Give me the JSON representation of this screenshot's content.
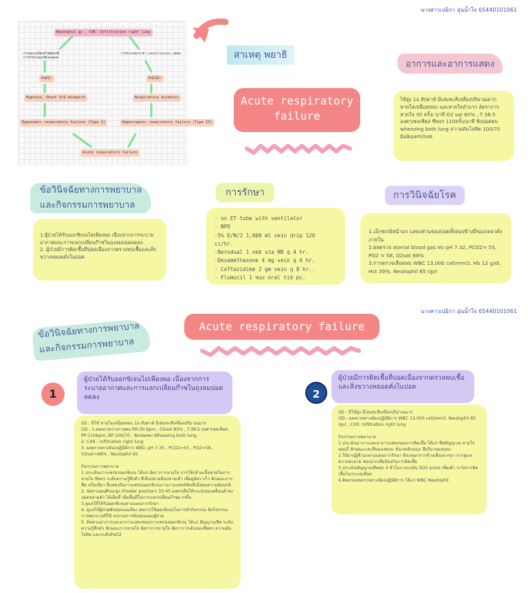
{
  "author_name": "นางสาวเปมิกา อุ่นน้ำใจ 65440101061",
  "diagram": {
    "top": "Neutophil สูง , CXR: Infiltration right lung",
    "left1": "การแลกเปลี่ยนก๊าซผิดปกติ\nการกำซาบออกซิเจนลดลง",
    "right1": "การระบายอากาศ (ventilation) ลดลง",
    "pao2": "PaO2",
    "paco2": "PaCO2",
    "left3": "Hypoxia, Shunt V/Q mismatch",
    "right3": "Respiratory acidosis",
    "left4": "Hypoxemic respiratory failure (Type I)",
    "right4": "Hypercapnic respiratory failure (Type II)",
    "bottom": "Acute respiratory failure"
  },
  "cause_heading": "สาเหตุ พยาธิ",
  "title_main": "Acute respiratory\nfailure",
  "signs_heading": "อาการและอาการแสดง",
  "signs_text": "ไข้สูง 1อ สัปดาห์ มีเสมหะสีเหลืองปริมาณมาก หายใจเหนื่อยหอบ และหายใจลำบาก อัตราการหายใจ 30 ครั้ง/ นาที O2 sat 80% , T 38.5 องศาเซลเซียส ชีพจร 110ครั้ง/นาที ฟังปอดพบ wheezing both lung ความดันโลหิต 100/70 มิลลิเมตรปรอท",
  "nursing_dx_heading": "ข้อวินิจฉัยทางการพยาบาล\nและกิจกรรมการพยาบาล",
  "nursing_dx_text": "1.ผู้ป่วยได้รับออกซิเจนไม่เพียงพอ เนื่องจากการระบายอากาศและการแลกเปลี่ยนก๊าซในถุงลมปอดลดลง\n2. ผู้ป่วยมีการติดเชื้อที่ปอดเนื่องจากตรวจพบเชื้อและสิ่งขวางหลอดคั่งในปอด",
  "treatment_heading": "การรักษา",
  "treatment_items": [
    "- on ET-tube with ventilator",
    "- NPO",
    "-5% D/N/2 1,000 ml vein drip 120 cc/hr.",
    "-Berodual 1 neb via NB q 4 hr.",
    "-Dexamethasone 4 mg vein q 6 hr.",
    "- Ceftazidime 2 gm vein q 8 hr..",
    "- Flumucil 1 ซอง oral tid pc."
  ],
  "diagnosis_heading": "การวินิจฉัยโรค",
  "diagnosis_text": "1.เอ็กซเรย์หน้าอก แสดงส่วนของปอดทั้งสองข้างมีของเหลวคั่งภายใน\n2.ผลตรวจ Aterial blood gas พบ pH 7.32, PCO2= 55, PO2 = 58, O2sat 88%\n3.การตรวจเลือดพบ WBC 13,000 cell/mm3, Hb 12 g/dl, Hct 39%, Neutophil 85 (สูง)",
  "author_name_2": "นางสาวเปมิกา อุ่นน้ำใจ 65440101061",
  "title_main_2": "Acute respiratory failure",
  "nursing_dx_heading_2": "ข้อวินิจฉัยทางการพยาบาล\nและกิจกรรมการพยาบาล",
  "card1": {
    "number": "1",
    "heading": "ผู้ป่วยได้รับออกซิเจนไม่เพียงพอ เนื่องจากการระบายอากาศและการแลกเปลี่ยนก๊าซในถุงลมปอดลดลง",
    "body": "SD : มีไข้ หายใจเหนื่อยหอบ 1อ สัปดาห์ มีเสมหะสีเหลืองปริมาณมาก\nOD : 1.ผลตรวจร่างกายพบ RR:30 bpm , O2sat 80% , T:38.5 องศาเซลเซียส, PP:110bpm, BP:100/70 , ฟังปอดพบ Wheezing both lung\n2. CXR : Infiltration right lung\n3. ผลตรวจทางห้องปฏิบัติการ ABG: pH 7.35 , PCO2=55 , PO2=58 , O2sat=88% , Neutophil 85\n\nกิจกรรมการพยาบาล\n1.ประเมินภาวะพร่องออกซิเจน ได้แก่ อัตราการหายใจ การใช้กล้ามเนื้อช่วยในการหายใจ ชีพจร ระดับความรู้สึกตัว สีเล็บปลายมือปลายเท้า เพื่อดูอัตราเร็ว ลักษณะการซีด หรือเขียว ที่แสดงถึงภาวะพร่องออกซิเจนรายงานแพทย์ทันทีเมื่อพบความผิดปกติ\n2. จัดท่านอนศีรษะสูง (Fowler position) 30-45 องศาเพื่อให้กระบังลมเคลื่อนต่ำลง ปอดขยายตัว ได้เต็มที่ เพิ่มพื้นที่ในการแลกเปลี่ยนก๊าซมากขึ้น\n3.ดูแลให้ได้รับออกซิเจนตามแผนการรักษา\n4. ดูแลให้ผู้ป่วยพักผ่อนบนเตียง ลดการใช้ออกซิเจนในการทำกิจกรรม จัดกิจกรรมการพยาบาลที่ใช้ รบกวนการพักผ่อนของผู้ป่วย\n5. ติดตามอาการและอาการแสดงของภาวะพร่องออกซิเจน ได้แก่ สัญญาณชีพ ระดับ ความรู้สึกตัว ลักษณะการหายใจ อัตราการหายใจ อัตราการเต้นของชีพจร ความดันโลหิต และระดับPaO2"
  },
  "card2": {
    "number": "2",
    "heading": "ผู้ป่วยมีการติดเชื้อที่ปอดเนื่องจากตรวจพบเชื้อและสิ่งขวางหลอดคั่งในปอด",
    "body": "SD : มีไข้สูง มีเสมหะสีเหลืองปริมาณมาก\nOD : ผลตรวจทางห้องปฏิบัติการ WBC 13,000 cell/mm3, Neutophil 85 (สูง) , CXR: Infiltration right lung\n\nกิจกรรมการพยาบาล\n1.ประเมินอาการและอาการแสดงของการติดเชื้อ ได้แก่ ชีพสัญญาณ หายใจหอบถี่ ลักษณะและสีของเสมหะ สังเกตลักษณะ สีปริมาณเสมหะ\n2.ให้ยาปฏิชีวนะตามแผนการรักษา สังเกตอาการข้างเคียงจากยา การดูแลความสะอาด ช่องปากเพื่อป้องกันการติดเชื้อ\n3.ประเมินสัญญาณชีพทุก 4 ชั่วโมง ประเมิน SOS score เพื่อเฝ้า ระวังการติดเชื้อในกระแสเลือด\n4.ติดตามผลตรวจทางห้องปฏิบัติการ ได้แก่ WBC Neutophil"
  }
}
